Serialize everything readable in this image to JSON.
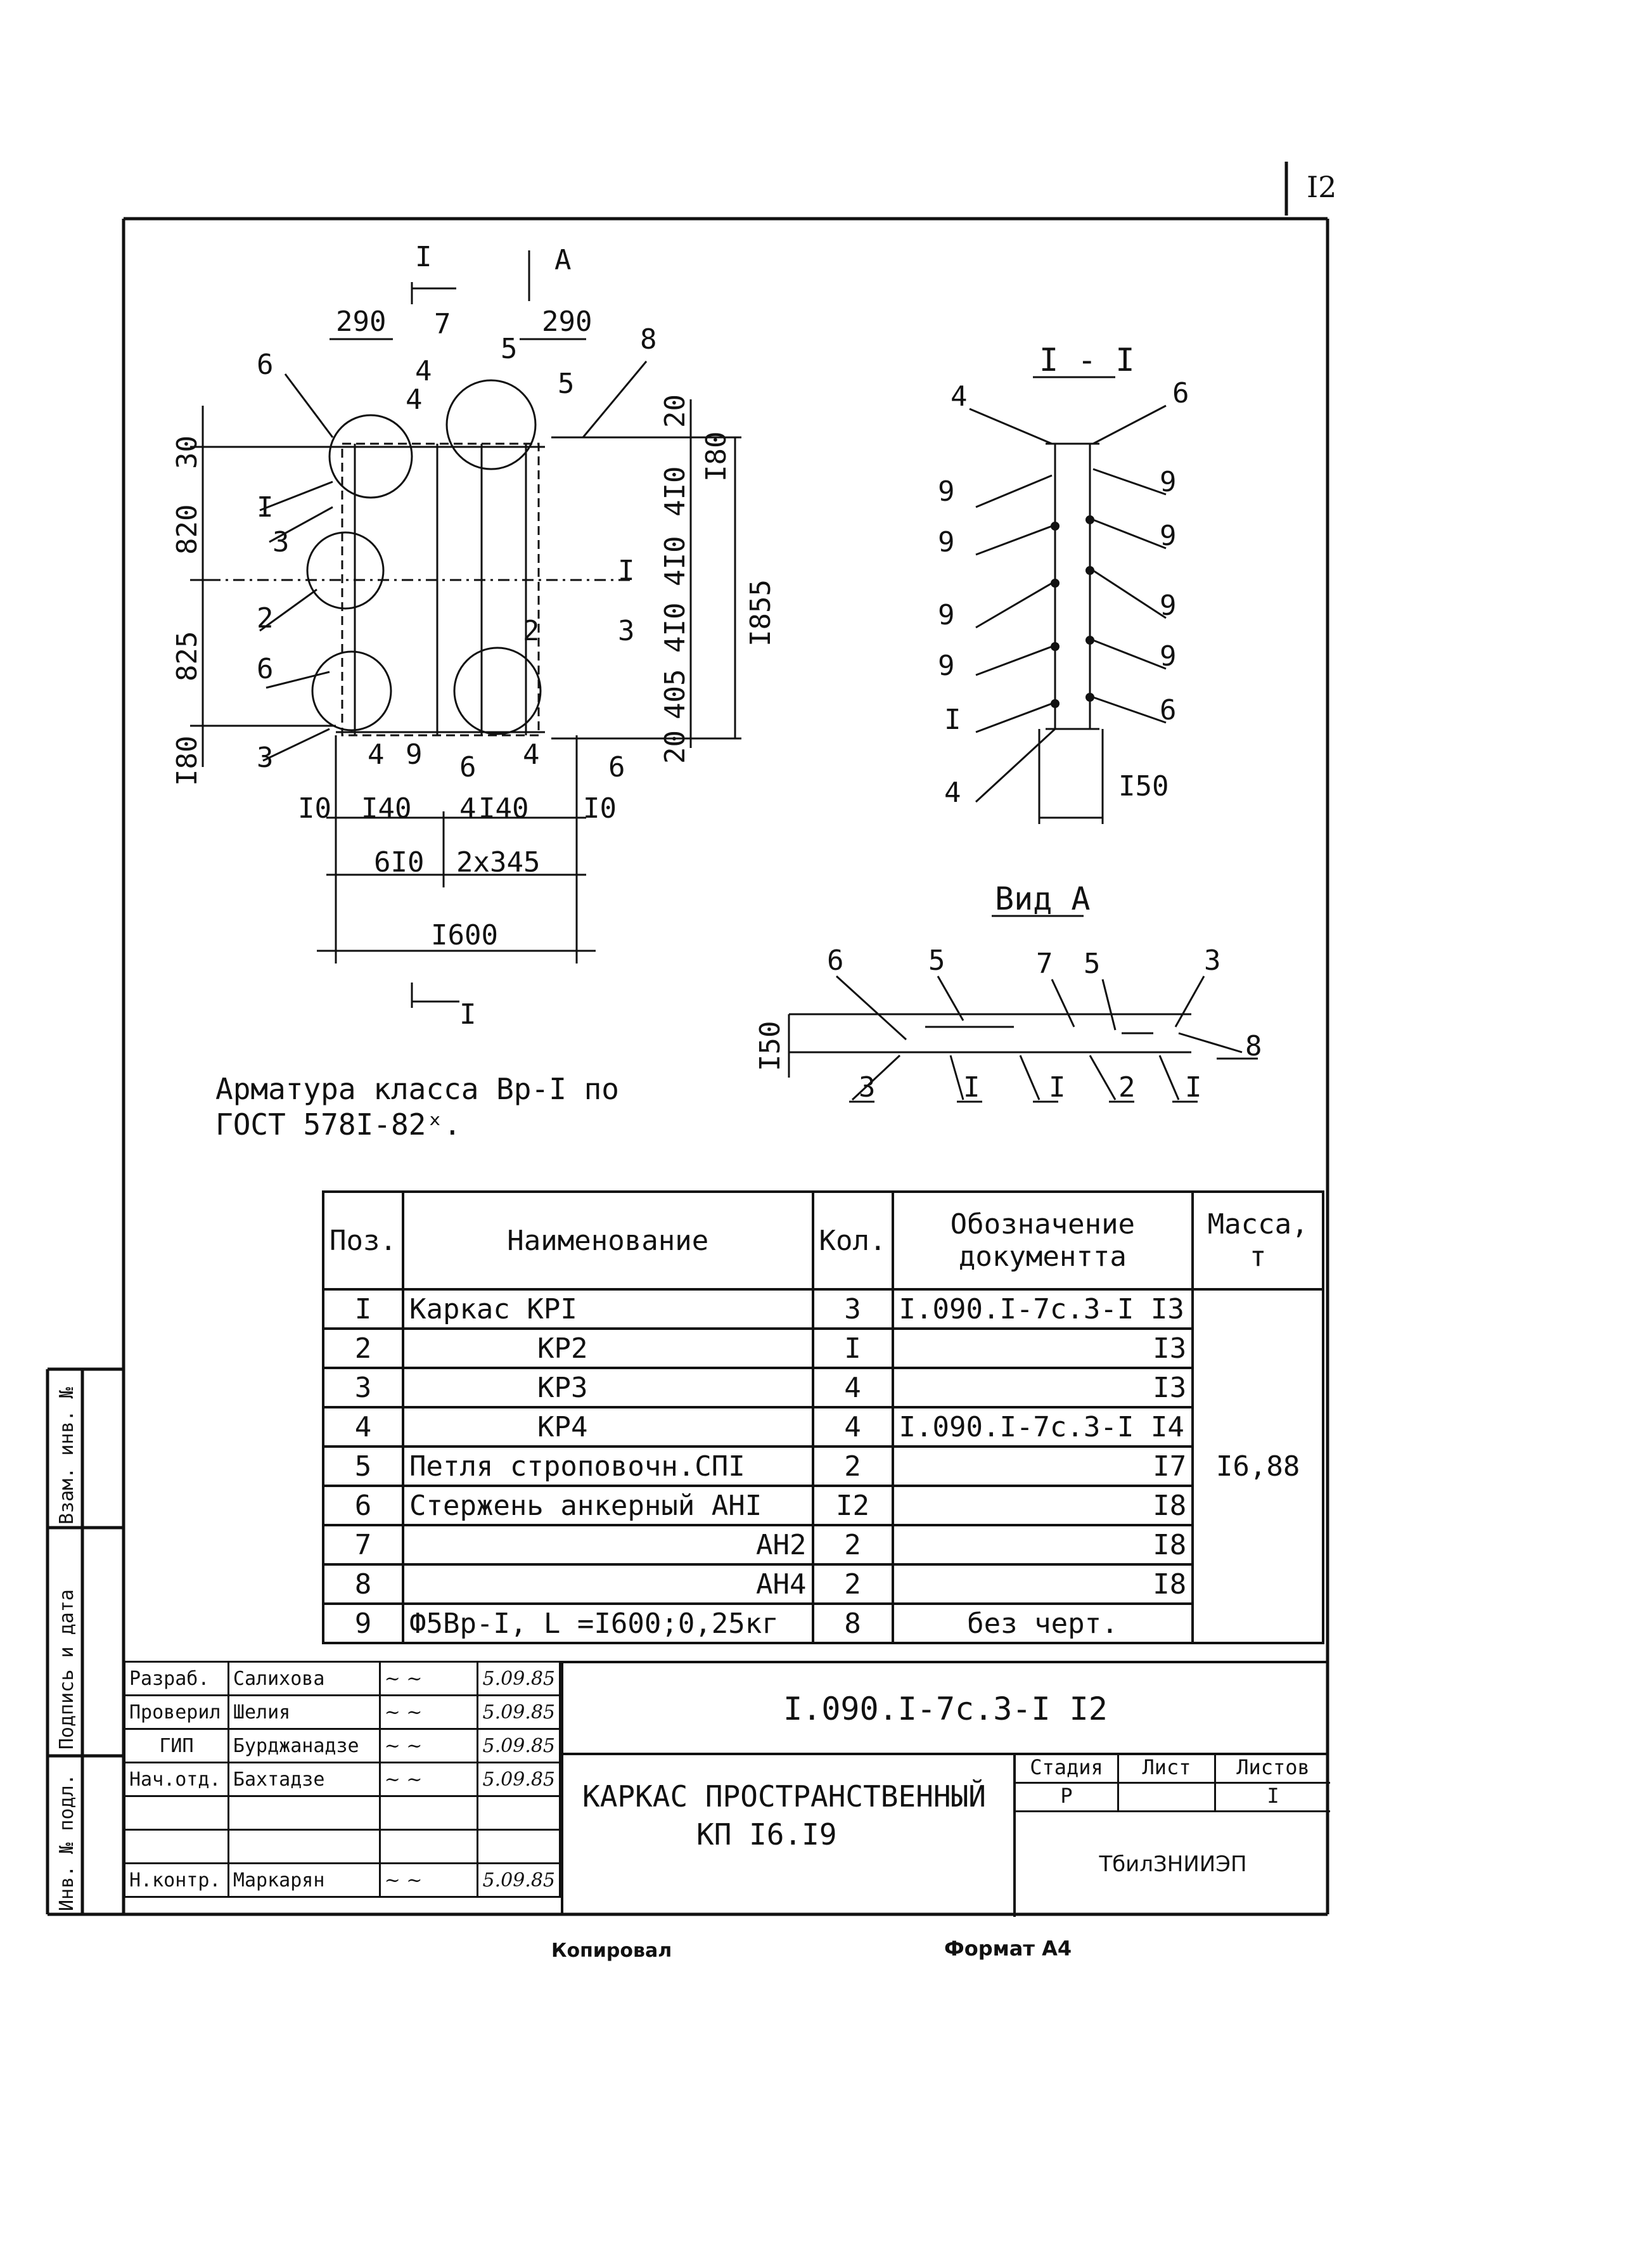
{
  "page_number": "I2",
  "section_marks": {
    "cut_label": "I",
    "view_label": "A"
  },
  "plan": {
    "dims_top": [
      "290",
      "290"
    ],
    "dims_left": [
      "30",
      "820",
      "825",
      "I80"
    ],
    "dims_right": [
      "20",
      "I80",
      "4I0",
      "4I0",
      "4I0",
      "405",
      "20",
      "I855"
    ],
    "dims_bottom_row1": [
      "I0",
      "I40",
      "I40",
      "I0"
    ],
    "dims_bottom_row2": [
      "6I0",
      "2x345"
    ],
    "dims_total": "I600",
    "callouts": [
      "6",
      "7",
      "5",
      "8",
      "4",
      "4",
      "5",
      "I",
      "3",
      "2",
      "2",
      "3",
      "6",
      "3",
      "4",
      "9",
      "6",
      "4",
      "6",
      "4",
      "I"
    ]
  },
  "section_view": {
    "title": "I - I",
    "callouts_left": [
      "4",
      "9",
      "9",
      "9",
      "9",
      "I",
      "4"
    ],
    "callouts_right": [
      "6",
      "9",
      "9",
      "9",
      "9",
      "6"
    ],
    "dim": "I50"
  },
  "view_a": {
    "title": "Вид А",
    "callouts_top": [
      "6",
      "5",
      "7",
      "5",
      "3"
    ],
    "callouts_bottom": [
      "3",
      "I",
      "I",
      "2",
      "I"
    ],
    "callout_right": "8",
    "dim": "I50"
  },
  "note": {
    "line1": "Арматура класса Вр-I по",
    "line2": "ГОСТ 578I-82ˣ."
  },
  "spec_table": {
    "headers": {
      "pos": "Поз.",
      "name": "Наименование",
      "qty": "Кол.",
      "doc": "Обозначение документта",
      "mass": "Масса, т"
    },
    "rows": [
      {
        "pos": "I",
        "name": "Каркас КРI",
        "qty": "3",
        "doc": "I.090.I-7с.3-I  I3"
      },
      {
        "pos": "2",
        "name": "КР2",
        "qty": "I",
        "doc": "I3"
      },
      {
        "pos": "3",
        "name": "КР3",
        "qty": "4",
        "doc": "I3"
      },
      {
        "pos": "4",
        "name": "КР4",
        "qty": "4",
        "doc": "I.090.I-7с.3-I  I4"
      },
      {
        "pos": "5",
        "name": "Петля строповочн.СПI",
        "qty": "2",
        "doc": "I7"
      },
      {
        "pos": "6",
        "name": "Стержень анкерный АНI",
        "qty": "I2",
        "doc": "I8"
      },
      {
        "pos": "7",
        "name": "АН2",
        "qty": "2",
        "doc": "I8"
      },
      {
        "pos": "8",
        "name": "АН4",
        "qty": "2",
        "doc": "I8"
      },
      {
        "pos": "9",
        "name": "Ф5Вр-I, L =I600;0,25кг",
        "qty": "8",
        "doc": "без черт."
      }
    ],
    "mass_total": "I6,88"
  },
  "title_block": {
    "doc_code": "I.090.I-7с.3-I  I2",
    "product_line1": "КАРКАС ПРОСТРАНСТВЕННЫЙ",
    "product_line2": "КП  I6.I9",
    "stage_header": "Стадия",
    "sheet_header": "Лист",
    "sheets_header": "Листов",
    "stage_value": "Р",
    "sheets_value": "I",
    "organization": "ТбилЗНИИЭП",
    "signers": [
      {
        "role": "Разраб.",
        "name": "Салихова",
        "date": "5.09.85"
      },
      {
        "role": "Проверил",
        "name": "Шелия",
        "date": "5.09.85"
      },
      {
        "role": "ГИП",
        "name": "Бурджанадзе",
        "date": "5.09.85"
      },
      {
        "role": "Нач.отд.",
        "name": "Бахтадзе",
        "date": "5.09.85"
      },
      {
        "role": "",
        "name": "",
        "date": ""
      },
      {
        "role": "",
        "name": "",
        "date": ""
      },
      {
        "role": "Н.контр.",
        "name": "Маркарян",
        "date": "5.09.85"
      }
    ]
  },
  "side_stamps": [
    "Взам. инв. №",
    "Подпись и дата",
    "Инв. № подл."
  ],
  "footer": {
    "copied": "Копировал",
    "format": "Формат А4"
  }
}
